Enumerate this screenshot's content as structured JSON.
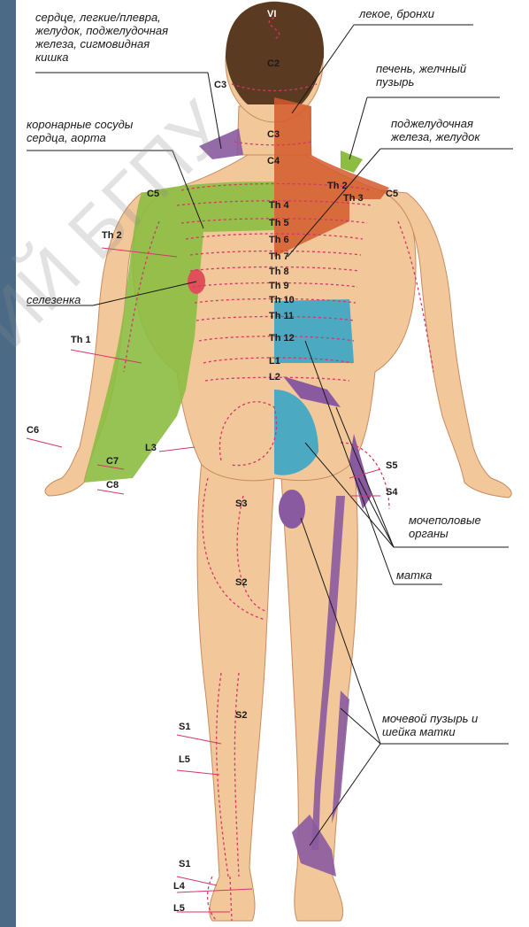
{
  "colors": {
    "skin": "#f2c79a",
    "skin_shadow": "#dea57a",
    "hair": "#5a3a20",
    "dermatome_line": "#d6356b",
    "orange_zone": "#d45a2c",
    "green_zone": "#8cbc42",
    "purple_zone": "#8a5aa0",
    "blue_zone": "#3aa5c6",
    "red_zone": "#e0505a",
    "sidebar": "#4a6a86"
  },
  "organ_labels": {
    "heart_lungs": "сердце, легкие/плевра,\nжелудок, поджелудочная\nжелеза, сигмовидная\nкишка",
    "coronary": "коронарные сосуды\nсердца, аорта",
    "spleen": "селезенка",
    "lungs_bronchi": "лекое, бронхи",
    "liver": "печень, желчный\nпузырь",
    "pancreas": "поджелудочная\nжелеза, желудок",
    "genitourinary": "мочеполовые\nорганы",
    "uterus": "матка",
    "bladder_cervix": "мочевой пузырь и\nшейка матки"
  },
  "segments": {
    "v1": "VI",
    "c2": "C2",
    "c3_neck": "C3",
    "c3": "C3",
    "c4": "C4",
    "c5_left": "C5",
    "c5_right": "C5",
    "th2_right": "Th 2",
    "th3": "Th 3",
    "th4": "Th 4",
    "th5": "Th 5",
    "th6": "Th 6",
    "th7": "Th 7",
    "th8": "Th 8",
    "th9": "Th 9",
    "th10": "Th 10",
    "th11": "Th 11",
    "th12": "Th 12",
    "th2_left": "Th 2",
    "th1": "Th 1",
    "l1": "L1",
    "l2": "L2",
    "l3": "L3",
    "c6": "C6",
    "c7": "C7",
    "c8": "C8",
    "s5": "S5",
    "s4": "S4",
    "s3": "S3",
    "s2_thigh": "S2",
    "s2_calf": "S2",
    "s1_leg": "S1",
    "l5_leg": "L5",
    "s1_foot": "S1",
    "l4_foot": "L4",
    "l5_foot": "L5"
  },
  "watermark": "ИЙ БГПУ"
}
